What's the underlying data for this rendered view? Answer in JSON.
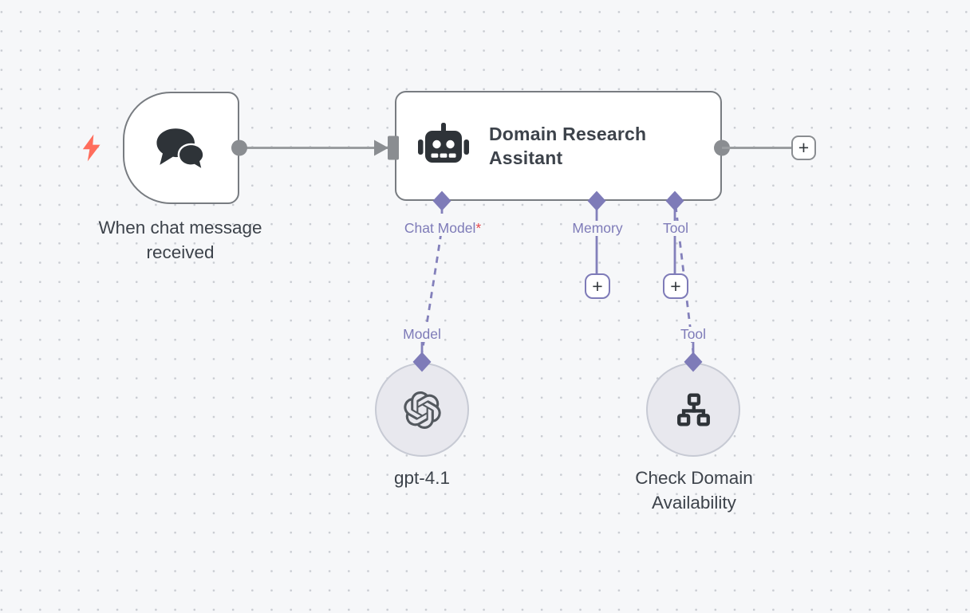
{
  "canvas": {
    "type_label": "workflow-canvas"
  },
  "colors": {
    "canvas_bg": "#f6f7f9",
    "dot": "#c9ccd2",
    "node_border": "#787c81",
    "connector_gray": "#9a9da0",
    "handle_gray": "#8a8d91",
    "icon_dark": "#2e3338",
    "text_dark": "#3d434b",
    "accent": "#7e7bb8",
    "accent_line": "#8380bb",
    "circle_bg": "#e8e8ee",
    "circle_border": "#c7cad4",
    "required_red": "#e5484d",
    "bolt": "#ff6d5c"
  },
  "trigger_node": {
    "label": "When chat message received",
    "icon": "chat-bubbles-icon",
    "badge_icon": "lightning-bolt-icon"
  },
  "agent_node": {
    "title": "Domain Research Assitant",
    "icon": "robot-icon",
    "ports": [
      {
        "label": "Chat Model",
        "required_marker": "*"
      },
      {
        "label": "Memory",
        "required_marker": ""
      },
      {
        "label": "Tool",
        "required_marker": ""
      }
    ]
  },
  "model_node": {
    "port_label": "Model",
    "label": "gpt-4.1",
    "icon": "openai-icon"
  },
  "tool_node": {
    "port_label": "Tool",
    "label": "Check Domain Availability",
    "icon": "network-icon"
  },
  "buttons": {
    "plus": "+"
  }
}
